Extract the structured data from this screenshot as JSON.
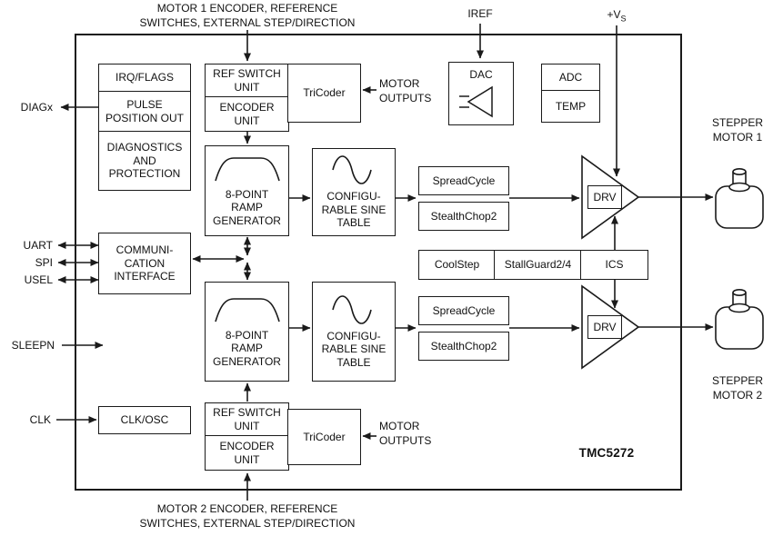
{
  "chip": {
    "name": "TMC5272"
  },
  "external": {
    "motor1_top": "MOTOR 1 ENCODER, REFERENCE\nSWITCHES, EXTERNAL STEP/DIRECTION",
    "motor2_bottom": "MOTOR 2 ENCODER, REFERENCE\nSWITCHES, EXTERNAL STEP/DIRECTION",
    "iref": "IREF",
    "vs_main": "+V",
    "vs_sub": "S",
    "diagx": "DIAGx",
    "uart": "UART",
    "spi": "SPI",
    "usel": "USEL",
    "sleepn": "SLEEPN",
    "clk": "CLK",
    "stepper1": "STEPPER\nMOTOR 1",
    "stepper2": "STEPPER\nMOTOR 2"
  },
  "blocks": {
    "irq_flags": "IRQ/FLAGS",
    "pulse_position": "PULSE\nPOSITION OUT",
    "diagnostics": "DIAGNOSTICS\nAND\nPROTECTION",
    "comm_interface": "COMMUNI-\nCATION\nINTERFACE",
    "clk_osc": "CLK/OSC",
    "ref_switch": "REF SWITCH\nUNIT",
    "encoder": "ENCODER\nUNIT",
    "tricoder": "TriCoder",
    "motor_outputs": "MOTOR\nOUTPUTS",
    "ramp_generator": "8-POINT\nRAMP\nGENERATOR",
    "sine_table": "CONFIGU-\nRABLE SINE\nTABLE",
    "spreadcycle": "SpreadCycle",
    "stealthchop": "StealthChop2",
    "coolstep": "CoolStep",
    "stallguard": "StallGuard2/4",
    "ics": "ICS",
    "drv": "DRV",
    "dac": "DAC",
    "adc": "ADC",
    "temp": "TEMP"
  },
  "colors": {
    "line": "#1a1a1a",
    "background": "#ffffff"
  }
}
